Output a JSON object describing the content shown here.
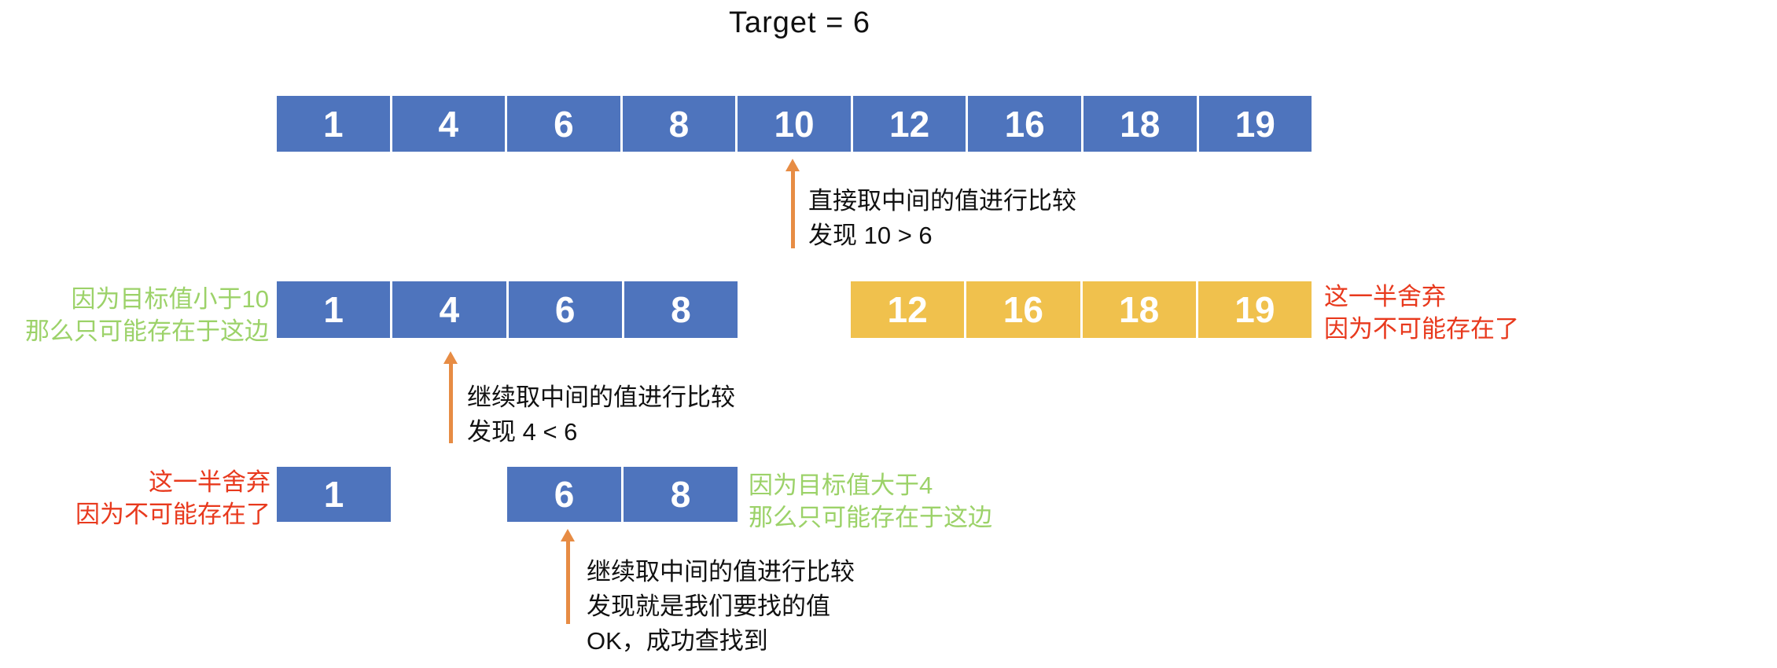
{
  "title": "Target = 6",
  "colors": {
    "blue": "#4E74BD",
    "yellow": "#F0C14D",
    "orange": "#E78C44",
    "green": "#9CD269",
    "red": "#E8391D"
  },
  "step1": {
    "array": [
      "1",
      "4",
      "6",
      "8",
      "10",
      "12",
      "16",
      "18",
      "19"
    ],
    "note_line1": "直接取中间的值进行比较",
    "note_line2": "发现 10 > 6"
  },
  "step2": {
    "keep_line1": "因为目标值小于10",
    "keep_line2": "那么只可能存在于这边",
    "left_array": [
      "1",
      "4",
      "6",
      "8"
    ],
    "right_array": [
      "12",
      "16",
      "18",
      "19"
    ],
    "discard_line1": "这一半舍弃",
    "discard_line2": "因为不可能存在了",
    "note_line1": "继续取中间的值进行比较",
    "note_line2": "发现 4 < 6"
  },
  "step3": {
    "discard_line1": "这一半舍弃",
    "discard_line2": "因为不可能存在了",
    "left_array": [
      "1"
    ],
    "right_array": [
      "6",
      "8"
    ],
    "keep_line1": "因为目标值大于4",
    "keep_line2": "那么只可能存在于这边",
    "note_line1": "继续取中间的值进行比较",
    "note_line2": "发现就是我们要找的值",
    "note_line3": "OK，成功查找到"
  }
}
